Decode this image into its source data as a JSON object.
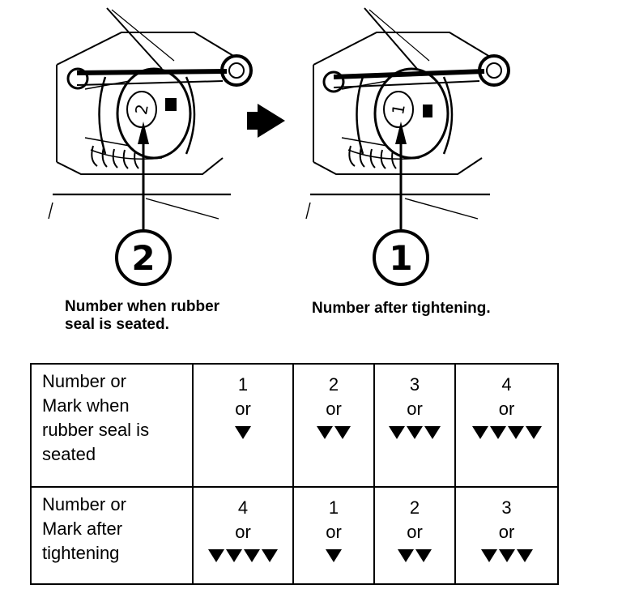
{
  "callouts": {
    "left_number": "2",
    "right_number": "1",
    "left_caption_line1": "Number when rubber",
    "left_caption_line2": "seal is seated.",
    "right_caption": "Number after tightening."
  },
  "table": {
    "row1_label": [
      "Number or",
      "Mark when",
      "rubber seal is",
      "seated"
    ],
    "row2_label": [
      "Number or",
      "Mark after",
      "tightening"
    ],
    "or_word": "or",
    "seated_values": [
      {
        "number": "1",
        "marks": 1
      },
      {
        "number": "2",
        "marks": 2
      },
      {
        "number": "3",
        "marks": 3
      },
      {
        "number": "4",
        "marks": 4
      }
    ],
    "tightened_values": [
      {
        "number": "4",
        "marks": 4
      },
      {
        "number": "1",
        "marks": 1
      },
      {
        "number": "2",
        "marks": 2
      },
      {
        "number": "3",
        "marks": 3
      }
    ]
  }
}
